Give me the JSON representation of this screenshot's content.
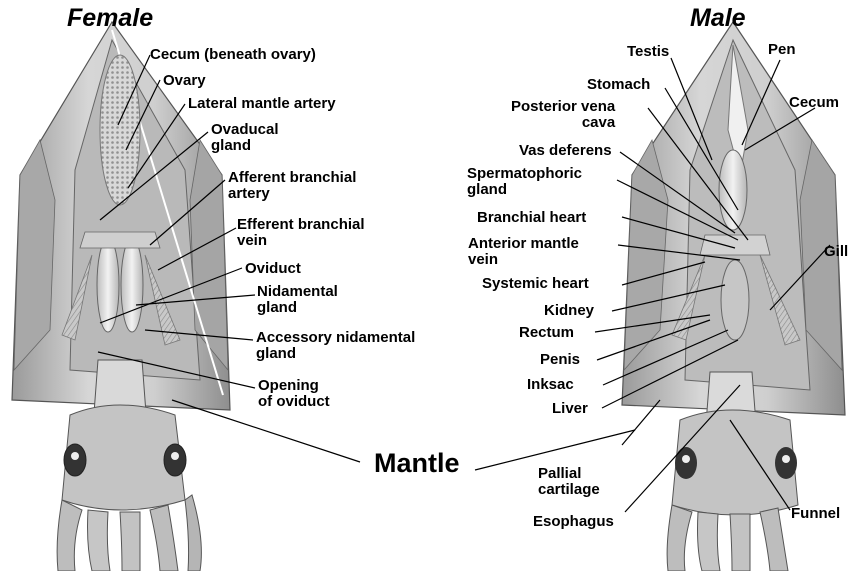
{
  "titles": {
    "female": "Female",
    "male": "Male"
  },
  "center_label": "Mantle",
  "female_labels": {
    "cecum": "Cecum (beneath ovary)",
    "ovary": "Ovary",
    "lateral_mantle_artery": "Lateral mantle artery",
    "ovaducal_gland": "Ovaducal\ngland",
    "afferent_branchial_artery": "Afferent branchial\nartery",
    "efferent_branchial_vein": "Efferent branchial\nvein",
    "oviduct": "Oviduct",
    "nidamental_gland": "Nidamental\ngland",
    "accessory_nidamental_gland": "Accessory nidamental\ngland",
    "opening_of_oviduct": "Opening\nof oviduct"
  },
  "male_labels": {
    "testis": "Testis",
    "pen": "Pen",
    "stomach": "Stomach",
    "posterior_vena_cava": "Posterior vena\ncava",
    "cecum": "Cecum",
    "vas_deferens": "Vas deferens",
    "spermatophoric_gland": "Spermatophoric\ngland",
    "branchial_heart": "Branchial heart",
    "anterior_mantle_vein": "Anterior mantle\nvein",
    "gill": "Gill",
    "systemic_heart": "Systemic heart",
    "kidney": "Kidney",
    "rectum": "Rectum",
    "penis": "Penis",
    "inksac": "Inksac",
    "liver": "Liver",
    "pallial_cartilage": "Pallial\ncartilage",
    "esophagus": "Esophagus",
    "funnel": "Funnel"
  }
}
